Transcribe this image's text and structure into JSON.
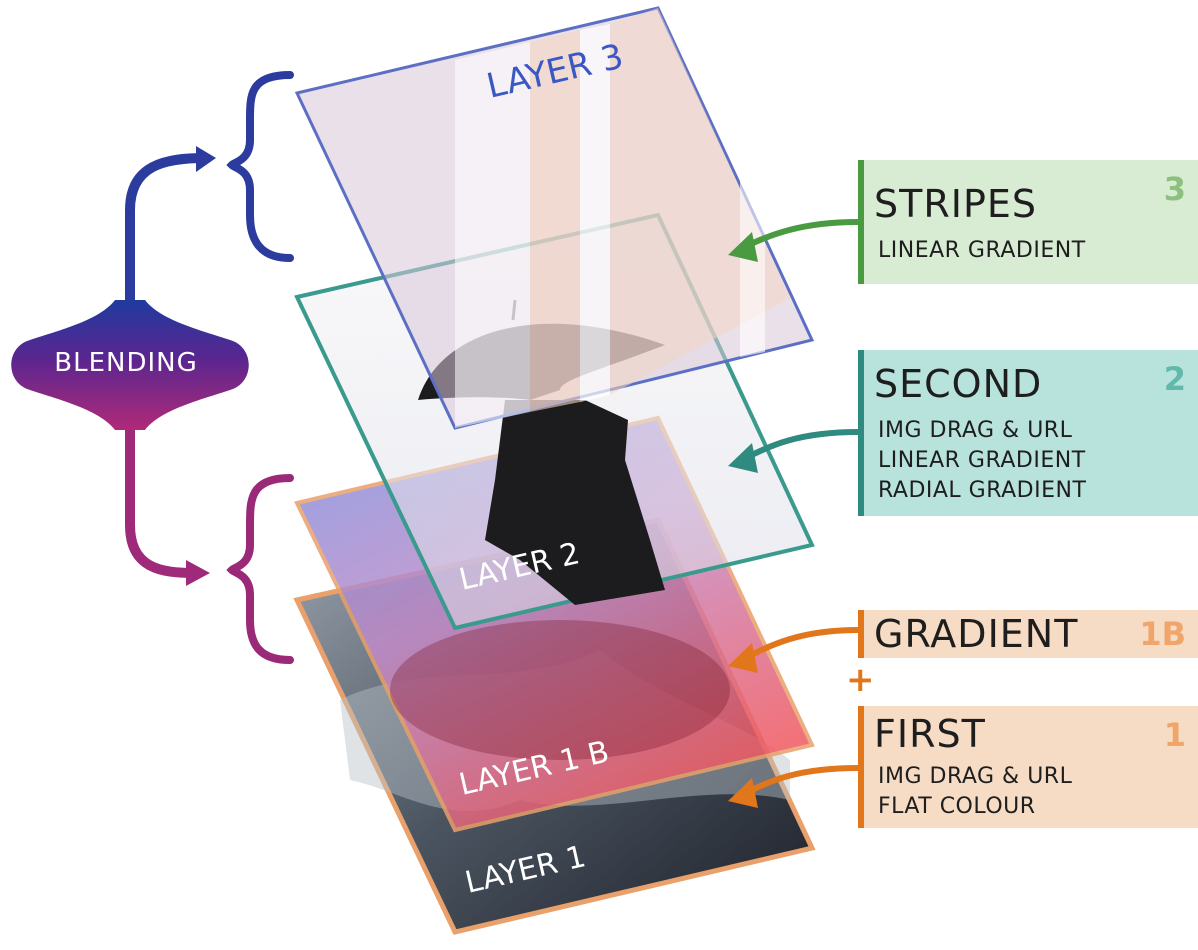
{
  "layers": {
    "layer3_label": "LAYER 3",
    "layer2_label": "LAYER 2",
    "layer1b_label": "LAYER 1 B",
    "layer1_label": "LAYER 1"
  },
  "blending": {
    "label": "BLENDING"
  },
  "cards": {
    "stripes": {
      "title": "STRIPES",
      "number": "3",
      "lines": [
        "LINEAR GRADIENT"
      ]
    },
    "second": {
      "title": "SECOND",
      "number": "2",
      "lines": [
        "IMG DRAG & URL",
        "LINEAR GRADIENT",
        "RADIAL GRADIENT"
      ]
    },
    "gradient": {
      "title": "GRADIENT",
      "number": "1B",
      "lines": []
    },
    "first": {
      "title": "FIRST",
      "number": "1",
      "lines": [
        "IMG DRAG & URL",
        "FLAT COLOUR"
      ]
    }
  },
  "plus": "+",
  "colors": {
    "blue": "#3a4fb0",
    "teal": "#2f9a8c",
    "orange": "#e2761a",
    "green": "#4a9a42",
    "purple": "#6a2a8a",
    "magenta": "#b02a78"
  }
}
